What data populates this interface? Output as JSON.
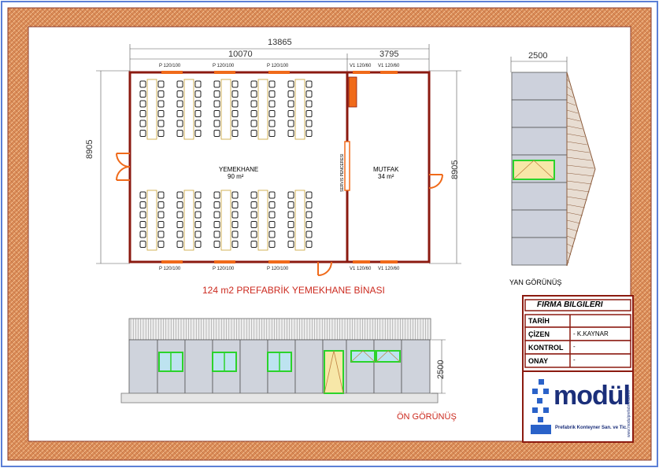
{
  "drawing": {
    "title": "124 m2 PREFABRİK YEMEKHANE BİNASI",
    "front_view_label": "ÖN GÖRÜNÜŞ",
    "side_view_label": "YAN GÖRÜNÜŞ"
  },
  "plan": {
    "dim_total_length": "13865",
    "dim_dining_length": "10070",
    "dim_kitchen_length": "3795",
    "dim_width_left": "8905",
    "dim_width_right": "8905",
    "dining_room_name": "YEMEKHANE",
    "dining_room_area": "90 m²",
    "kitchen_name": "MUTFAK",
    "kitchen_area": "34 m²",
    "service_window_label": "SERVIS PENCERESI",
    "window_top_1": "P 120/100",
    "window_top_2": "P 120/100",
    "window_top_3": "P 120/100",
    "window_bottom_1": "P 120/100",
    "window_bottom_2": "P 120/100",
    "window_bottom_3": "P 120/100",
    "kitchen_window_top_1": "V1 120/60",
    "kitchen_window_top_2": "V1 120/60",
    "kitchen_window_bottom_1": "V1 120/60",
    "kitchen_window_bottom_2": "V1 120/60"
  },
  "side_view": {
    "dim_width": "2500"
  },
  "front_view": {
    "dim_height": "2500"
  },
  "title_block": {
    "header": "FIRMA BILGILERI",
    "row_date_label": "TARİH",
    "row_date_value": "",
    "row_drawn_label": "ÇİZEN",
    "row_drawn_value": "- K.KAYNAR",
    "row_check_label": "KONTROL",
    "row_check_value": "-",
    "row_approve_label": "ONAY",
    "row_approve_value": "-"
  },
  "logo": {
    "brand": "modül",
    "tagline": "Prefabrik Konteyner San. ve Tic.",
    "website": "www.modulprefabrik.com.tr"
  },
  "colors": {
    "wall": "#8b1a10",
    "door": "#f06a1a",
    "window_green": "#2bd32b",
    "frame_blue": "#5b7fd6",
    "panel_grey": "#cfd3dc",
    "text_red": "#cc2a1f"
  }
}
